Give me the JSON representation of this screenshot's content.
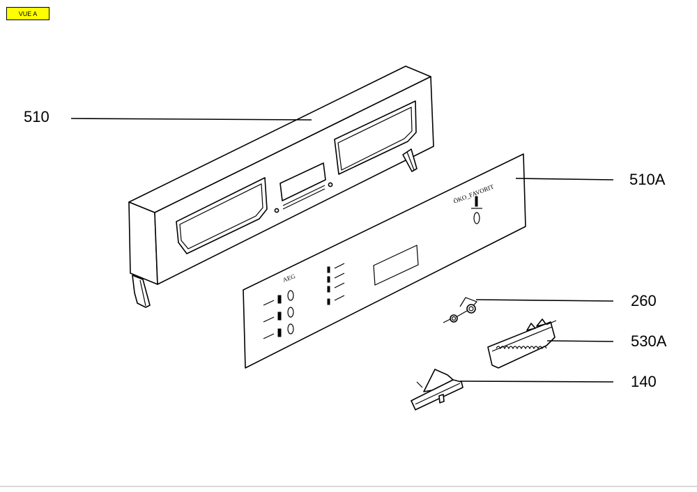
{
  "view_label": "VUE A",
  "panel_labels": {
    "brand": "AEG",
    "model": "ÖKO_FAVORIT"
  },
  "callouts": [
    {
      "id": "510",
      "label": "510"
    },
    {
      "id": "510A",
      "label": "510A"
    },
    {
      "id": "260",
      "label": "260"
    },
    {
      "id": "530A",
      "label": "530A"
    },
    {
      "id": "140",
      "label": "140"
    }
  ],
  "colors": {
    "badge_background": "#ffff00",
    "line": "#000000",
    "background": "#ffffff"
  }
}
